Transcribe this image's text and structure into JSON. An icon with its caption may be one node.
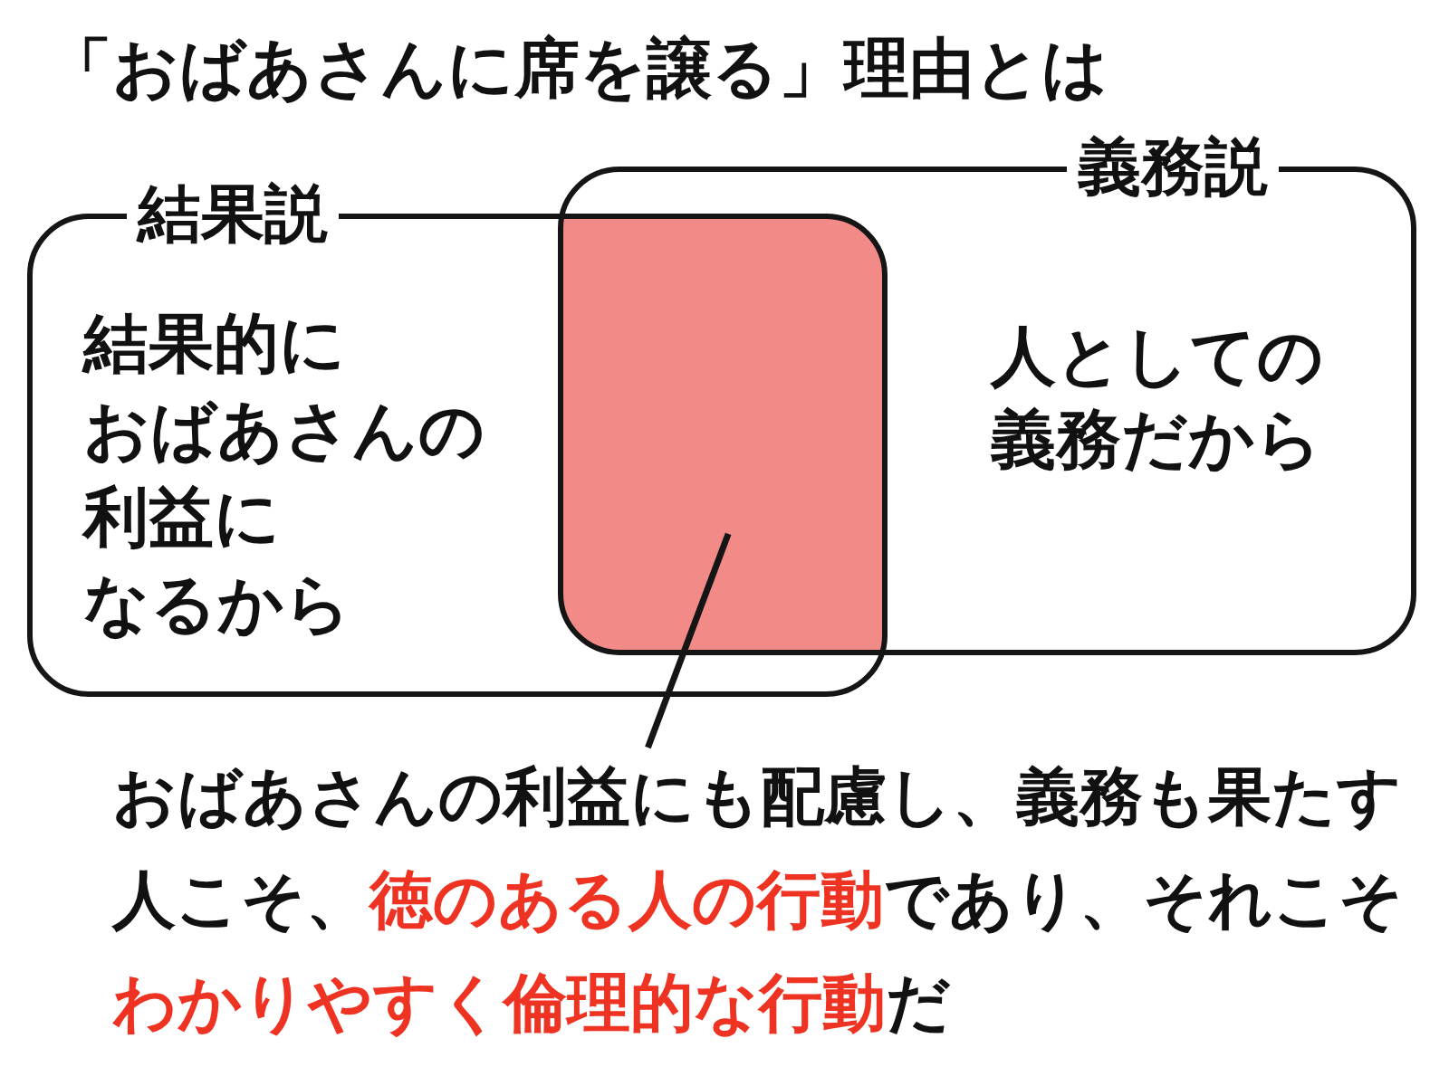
{
  "diagram": {
    "title": "「おばあさんに席を譲る」理由とは",
    "nodes": [
      {
        "text": [
          "結果説",
          "結果的におばあさんの利益になるから"
        ]
      },
      {
        "text": [
          "義務説",
          "人としての義務だから"
        ]
      },
      {
        "text": [],
        "shape": "box"
      },
      {
        "text": [
          "おばあさんの利益にも配慮し、義務も果たす人こそ、**徳のある人の行動**であり、それこそ**わかりやすく倫理的な行動**だ"
        ]
      }
    ],
    "edges": [
      {
        "from": 3,
        "to": 2,
        "arrow": "none"
      }
    ]
  }
}
